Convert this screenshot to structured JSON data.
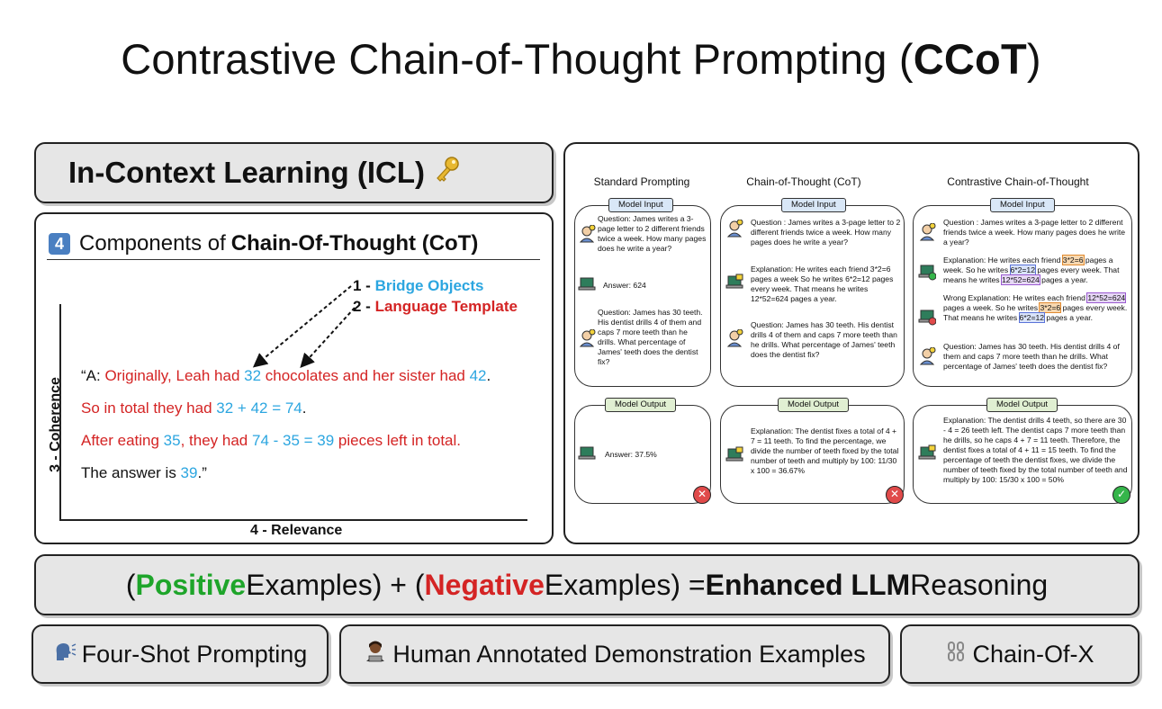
{
  "title": {
    "main": "Contrastive Chain-of-Thought Prompting (",
    "bold": "CCoT",
    "close": ")"
  },
  "icl": {
    "label": "In-Context Learning (ICL)",
    "icon": "key-icon"
  },
  "components": {
    "number": "4",
    "heading_plain": "Components of",
    "heading_bold": "Chain-Of-Thought (CoT)",
    "item1_prefix": "1 - ",
    "item1": "Bridge Objects",
    "item2_prefix": "2 - ",
    "item2": "Language Template",
    "x_axis": "4 - Relevance",
    "y_axis": "3 - Coherence",
    "example": {
      "l1a": "“A: ",
      "l1b": "Originally, Leah had ",
      "l1c": "32",
      "l1d": " chocolates and her sister had ",
      "l1e": "42",
      "l1f": ".",
      "l2a": "So in total they had ",
      "l2b": "32 + 42 = 74",
      "l2c": ".",
      "l3a": "After eating ",
      "l3b": "35",
      "l3c": ", they had ",
      "l3d": "74 - 35 = 39",
      "l3e": " pieces left in total.",
      "l4a": "The answer is ",
      "l4b": "39",
      "l4c": ".”"
    }
  },
  "panel": {
    "col1": "Standard Prompting",
    "col2": "Chain-of-Thought (CoT)",
    "col3": "Contrastive Chain-of-Thought",
    "model_input": "Model Input",
    "model_output": "Model Output",
    "sp_q1": "Question: James writes a 3-page letter to 2 different friends twice a week. How many pages does he write a year?",
    "sp_a1": "Answer: 624",
    "sp_q2": "Question: James has 30 teeth. His dentist drills 4 of them and caps 7 more teeth than he drills. What percentage of James' teeth does the dentist fix?",
    "sp_out": "Answer: 37.5%",
    "cot_q1": "Question : James writes a 3-page letter to 2 different friends twice a week. How many pages does he write a year?",
    "cot_e1": "Explanation: He writes each friend 3*2=6 pages a week So he writes 6*2=12 pages every week. That means he writes 12*52=624 pages a year.",
    "cot_q2": "Question: James has 30 teeth. His dentist drills 4 of them and caps 7 more teeth than he drills. What percentage of James' teeth does the dentist fix?",
    "cot_out": "Explanation: The dentist fixes a total of 4 + 7 = 11 teeth. To find the percentage, we divide the number of teeth fixed by the total number of teeth and multiply by 100: 11/30 x 100 = 36.67%",
    "ccot_q1": "Question : James writes a 3-page letter to 2 different friends twice a week. How many pages does he write a year?",
    "ccot_e1a": "Explanation: He writes each friend ",
    "ccot_e1b": "3*2=6",
    "ccot_e1c": " pages a week. So he writes ",
    "ccot_e1d": "6*2=12",
    "ccot_e1e": " pages every week. That means he writes ",
    "ccot_e1f": "12*52=624",
    "ccot_e1g": " pages a year.",
    "ccot_w1a": "Wrong Explanation: He writes each friend ",
    "ccot_w1b": "12*52=624",
    "ccot_w1c": " pages a week. So he writes ",
    "ccot_w1d": "3*2=6",
    "ccot_w1e": " pages every week. That means he writes ",
    "ccot_w1f": "6*2=12",
    "ccot_w1g": " pages a year.",
    "ccot_q2": "Question: James has 30 teeth. His dentist drills 4 of them and caps 7 more teeth than he drills. What percentage of James' teeth does the dentist fix?",
    "ccot_out": "Explanation: The dentist drills 4 teeth, so there are 30 - 4 = 26 teeth left. The dentist caps 7 more teeth than he drills, so he caps 4 + 7 = 11 teeth. Therefore, the dentist fixes a total of 4 + 11 = 15 teeth. To find the percentage of teeth the dentist fixes, we divide the number of teeth fixed by the total number of teeth and multiply by 100: 15/30 x 100 = 50%"
  },
  "formula": {
    "p1": "(",
    "positive": "Positive",
    "p2": " Examples) + (",
    "negative": "Negative",
    "p3": " Examples) = ",
    "enhanced": "Enhanced LLM",
    "p4": " Reasoning"
  },
  "bottom": {
    "b1": "Four-Shot Prompting",
    "b1_icon": "speaking-head-icon",
    "b2": "Human Annotated Demonstration Examples",
    "b2_icon": "technologist-icon",
    "b3": "Chain-Of-X",
    "b3_icon": "chain-icon"
  },
  "colors": {
    "blue": "#2ca6e0",
    "red": "#d42424",
    "green": "#1ea52a"
  }
}
